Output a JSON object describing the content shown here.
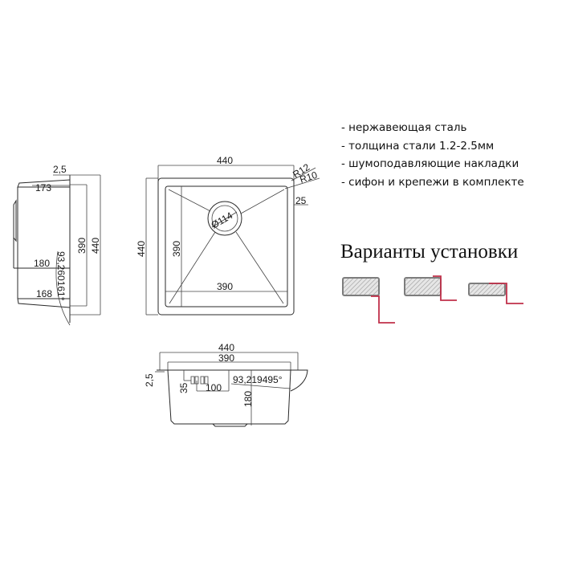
{
  "features": {
    "items": [
      "- нержавеющая сталь",
      "- толщина стали 1.2-2.5мм",
      "- шумоподавляющие накладки",
      "- сифон и крепежи в комплекте"
    ]
  },
  "install": {
    "title": "Варианты установки",
    "variants": [
      {
        "name": "undermount",
        "countertop_color": "#8a8a8a",
        "sink_line_color": "#c0304a"
      },
      {
        "name": "flush-mount",
        "countertop_color": "#8a8a8a",
        "sink_line_color": "#c0304a"
      },
      {
        "name": "top-mount",
        "countertop_color": "#8a8a8a",
        "sink_line_color": "#c0304a"
      }
    ]
  },
  "side_view": {
    "dims": {
      "flange": "2,5",
      "top_depth": "173",
      "mid_depth": "180",
      "bottom_depth": "168",
      "inner_length": "390",
      "outer_length": "440",
      "angle": "93,260161°"
    }
  },
  "top_view": {
    "dims": {
      "outer_width": "440",
      "outer_height": "440",
      "inner_width": "390",
      "inner_height": "390",
      "outer_radius": "R12",
      "inner_radius": "R10",
      "rim": "25",
      "drain": "Ø114"
    }
  },
  "front_view": {
    "dims": {
      "outer_width": "440",
      "inner_width": "390",
      "flange": "2,5",
      "overflow_height": "35",
      "overflow_width": "100",
      "depth": "180",
      "angle": "93,219495°"
    }
  }
}
